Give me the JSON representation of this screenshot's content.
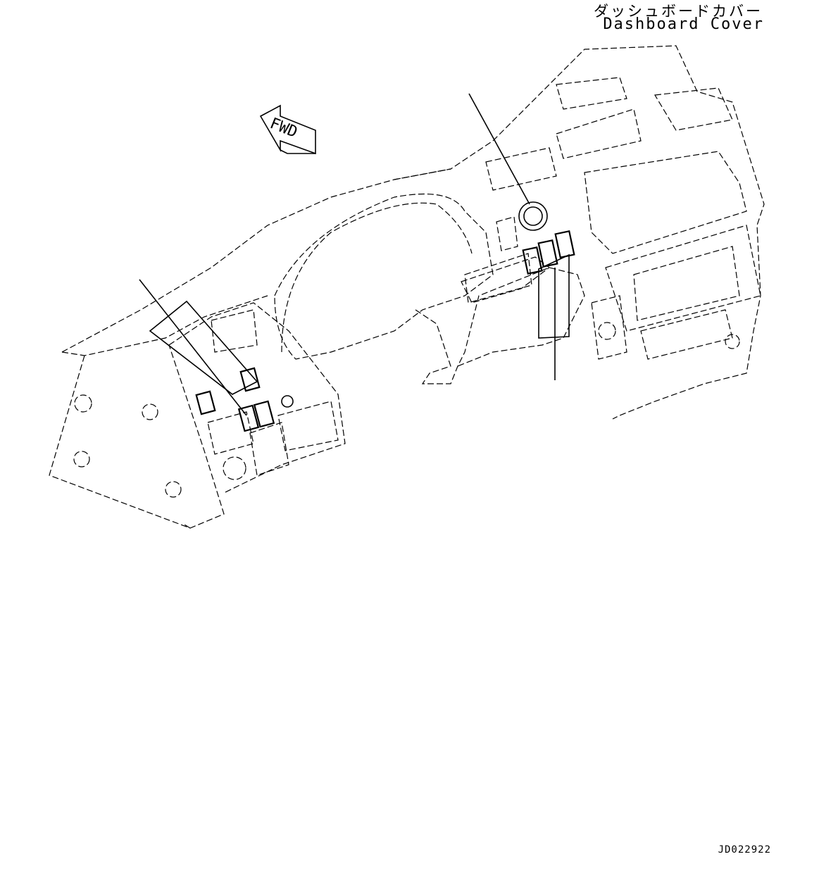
{
  "labels": {
    "part_name_jp": "ダッシュボードカバー",
    "part_name_en": "Dashboard Cover",
    "forward_arrow": "FWD",
    "drawing_id": "JD022922"
  }
}
